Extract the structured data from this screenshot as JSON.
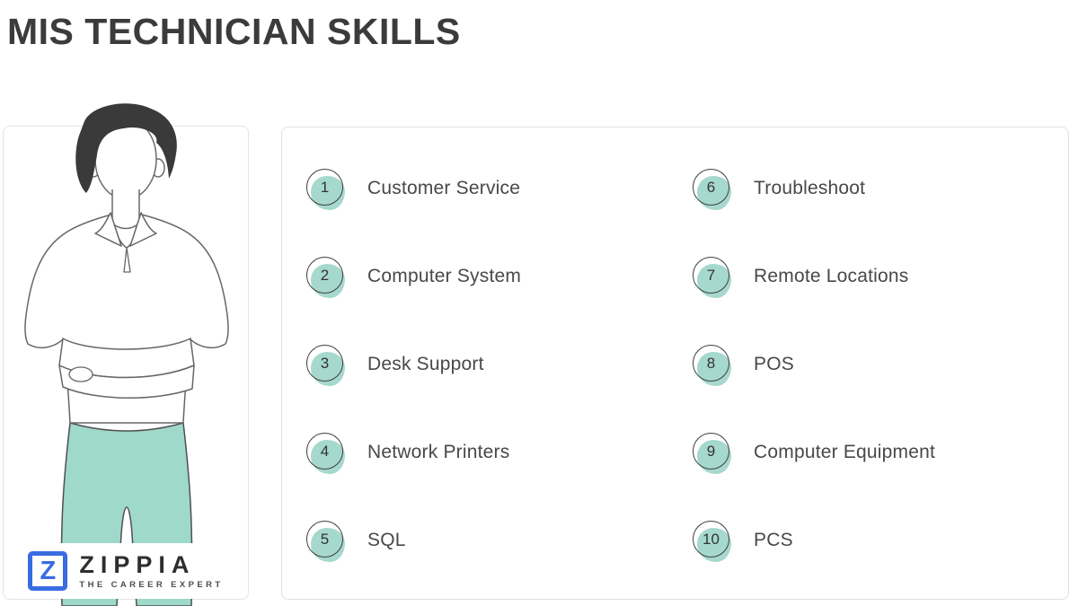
{
  "title": "MIS TECHNICIAN SKILLS",
  "skills": [
    {
      "number": "1",
      "label": "Customer Service"
    },
    {
      "number": "2",
      "label": "Computer System"
    },
    {
      "number": "3",
      "label": "Desk Support"
    },
    {
      "number": "4",
      "label": "Network Printers"
    },
    {
      "number": "5",
      "label": "SQL"
    },
    {
      "number": "6",
      "label": "Troubleshoot"
    },
    {
      "number": "7",
      "label": "Remote Locations"
    },
    {
      "number": "8",
      "label": "POS"
    },
    {
      "number": "9",
      "label": "Computer Equipment"
    },
    {
      "number": "10",
      "label": "PCS"
    }
  ],
  "logo": {
    "monogram": "Z",
    "brand": "ZIPPIA",
    "tagline": "THE CAREER EXPERT"
  },
  "illustration": {
    "description": "line drawing of a man with crossed arms wearing a polo shirt and teal pants"
  },
  "colors": {
    "badge_teal": "#a6d9ce",
    "pants_teal": "#9ed9ca",
    "logo_blue": "#3a6ce1",
    "title_gray": "#3b3b3b",
    "text_gray": "#484848",
    "card_border": "#e0e0e0"
  }
}
